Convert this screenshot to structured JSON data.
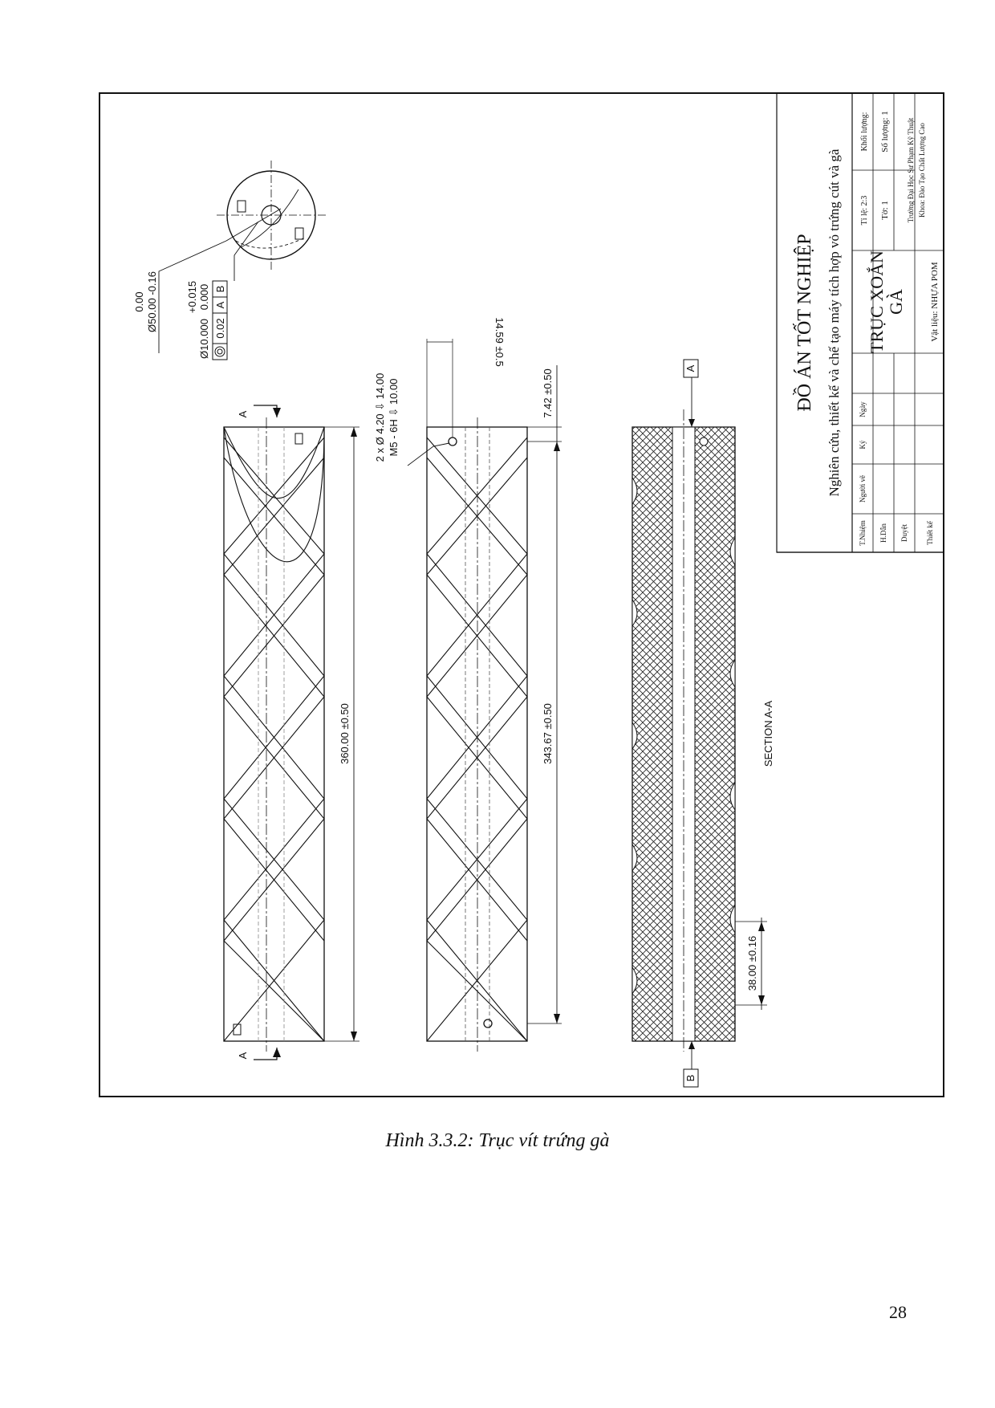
{
  "drawing": {
    "title_block": {
      "project_title": "ĐỒ ÁN TỐT NGHIỆP",
      "subtitle": "Nghiên cứu, thiết kế và chế tạo máy tích hợp vỏ trứng cút và gà",
      "part_name_line1": "TRỤC XOẮN",
      "part_name_line2": "GÀ",
      "scale": "Tỉ lệ: 2:3",
      "mass": "Khối lượng:",
      "sheet": "Tờ: 1",
      "quantity": "Số lượng: 1",
      "school_line1": "Trường Đại Học Sư Phạm Kỹ Thuật",
      "school_line2": "Khoa: Đào Tạo Chất Lượng Cao",
      "material": "Vật liệu: NHỰA POM",
      "headers": {
        "role": "T.Nhiệm",
        "name": "Người vẽ",
        "sign": "Ký",
        "date": "Ngày"
      },
      "roles": [
        "H.Dẫn",
        "Duyệt",
        "Thiết kế"
      ]
    },
    "dimensions": {
      "outer_diameter_upper": "0.00",
      "outer_diameter": "Ø50.00 -0.16",
      "bore_tol_upper": "+0.015",
      "bore_tol_lower": "0.000",
      "bore_diameter": "Ø10.000",
      "concentricity_tol": "0.02",
      "datum_a": "A",
      "datum_b": "B",
      "section_mark": "A",
      "overall_length": "360.00 ±0.50",
      "hole_spacing": "343.67 ±0.50",
      "hole_offset_end": "7.42 ±0.50",
      "hole_offset_side": "14.59 ±0.5",
      "hole_callout_line1": "2 x Ø 4.20 ⇩ 14.00",
      "hole_callout_line2": "M5 - 6H ⇩ 10.00",
      "section_label": "SECTION A-A",
      "pitch_dim": "38.00 ±0.16"
    }
  },
  "caption": "Hình 3.3.2: Trục vít trứng gà",
  "page_number": "28"
}
